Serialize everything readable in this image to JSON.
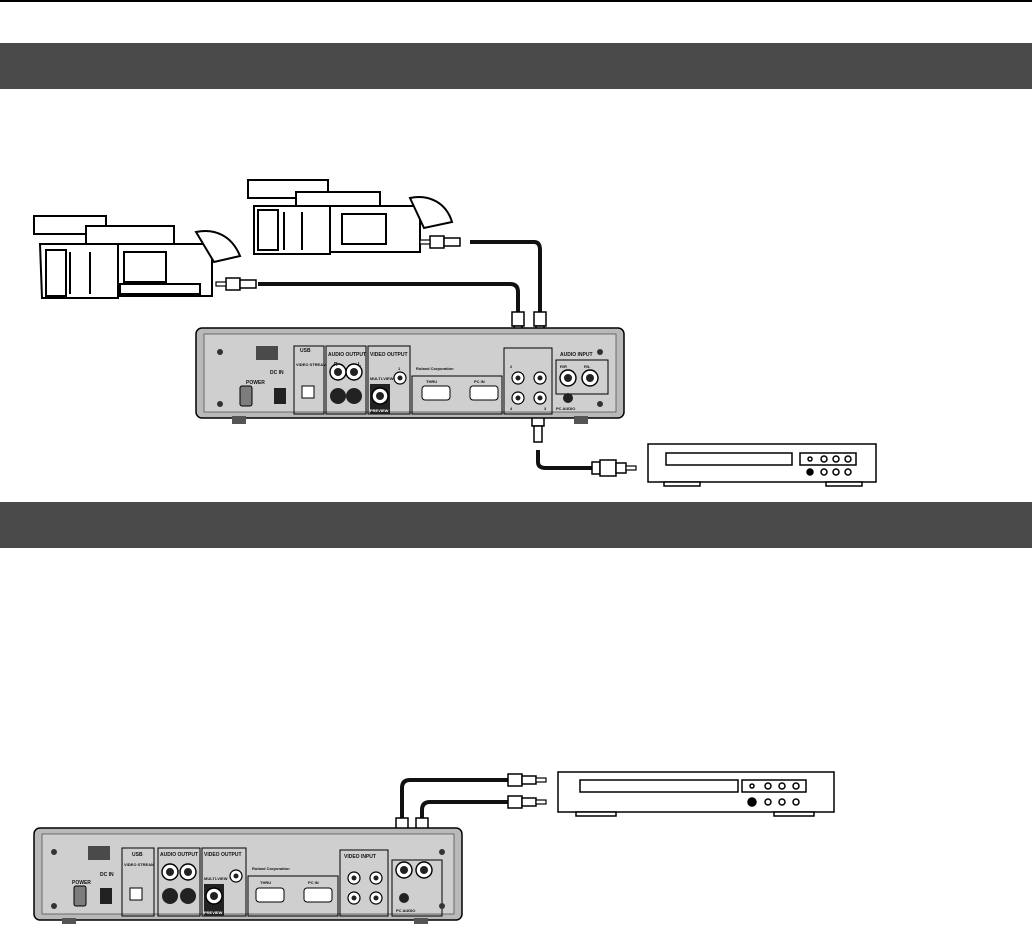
{
  "panel": {
    "label_usb": "USB",
    "label_video_stream": "VIDEO STREAM",
    "label_audio_output": "AUDIO OUTPUT",
    "label_video_output": "VIDEO OUTPUT",
    "label_video_input": "VIDEO INPUT",
    "label_audio_input": "AUDIO INPUT",
    "label_power": "POWER",
    "label_dc_in": "DC IN",
    "label_multi_view": "MULTI-VIEW",
    "label_preview": "PREVIEW",
    "label_thru": "THRU",
    "label_pc_in": "PC IN",
    "label_pc_audio": "PC AUDIO",
    "label_brand": "Roland Corporation",
    "label_r": "R",
    "label_l": "L",
    "label_rl_r": "R/R",
    "label_rl_l": "R/L",
    "label_n1": "1",
    "label_n2": "2",
    "label_n3": "3",
    "label_n4": "4"
  },
  "colors": {
    "section_bar": "#4a4a4a",
    "panel_fill": "#b9b9b9",
    "panel_dark": "#7d7d7d",
    "device_outline": "#000000",
    "cable": "#111111"
  }
}
